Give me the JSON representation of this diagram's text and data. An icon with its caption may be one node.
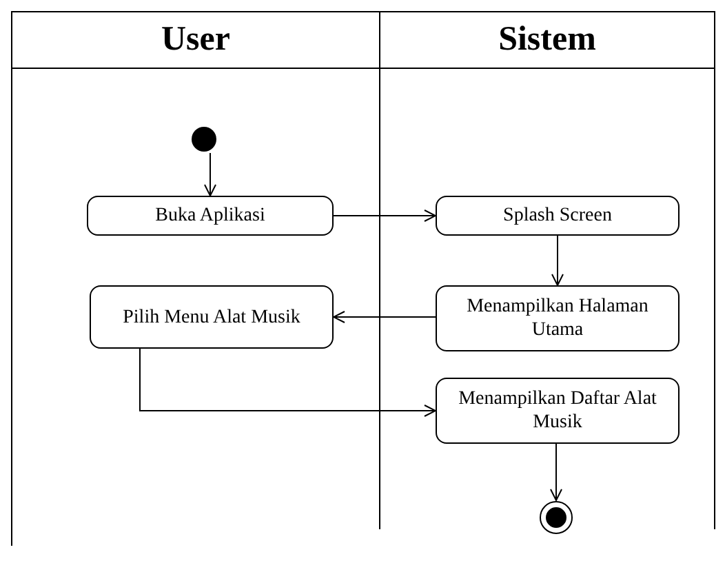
{
  "diagram": {
    "nodes": [
      {
        "text": [
          "User"
        ]
      },
      {
        "text": [
          "Sistem"
        ]
      },
      {
        "text": [],
        "shape": "circle",
        "in": 0
      },
      {
        "text": [
          "Buka Aplikasi"
        ],
        "in": 0
      },
      {
        "text": [
          "Splash Screen"
        ],
        "in": 1
      },
      {
        "text": [
          "Menampilkan Halaman Utama"
        ],
        "in": 1
      },
      {
        "text": [
          "Pilih Menu Alat Musik"
        ],
        "in": 0
      },
      {
        "text": [
          "Menampilkan Daftar Alat Musik"
        ],
        "in": 1
      },
      {
        "text": [],
        "shape": "circle",
        "in": 1
      }
    ],
    "edges": [
      {
        "from": 2,
        "to": 3,
        "arrow": "to"
      },
      {
        "from": 3,
        "to": 4,
        "arrow": "to"
      },
      {
        "from": 4,
        "to": 5,
        "arrow": "to"
      },
      {
        "from": 5,
        "to": 6,
        "arrow": "to"
      },
      {
        "from": 6,
        "to": 7,
        "arrow": "to"
      },
      {
        "from": 7,
        "to": 8,
        "arrow": "to"
      }
    ]
  }
}
